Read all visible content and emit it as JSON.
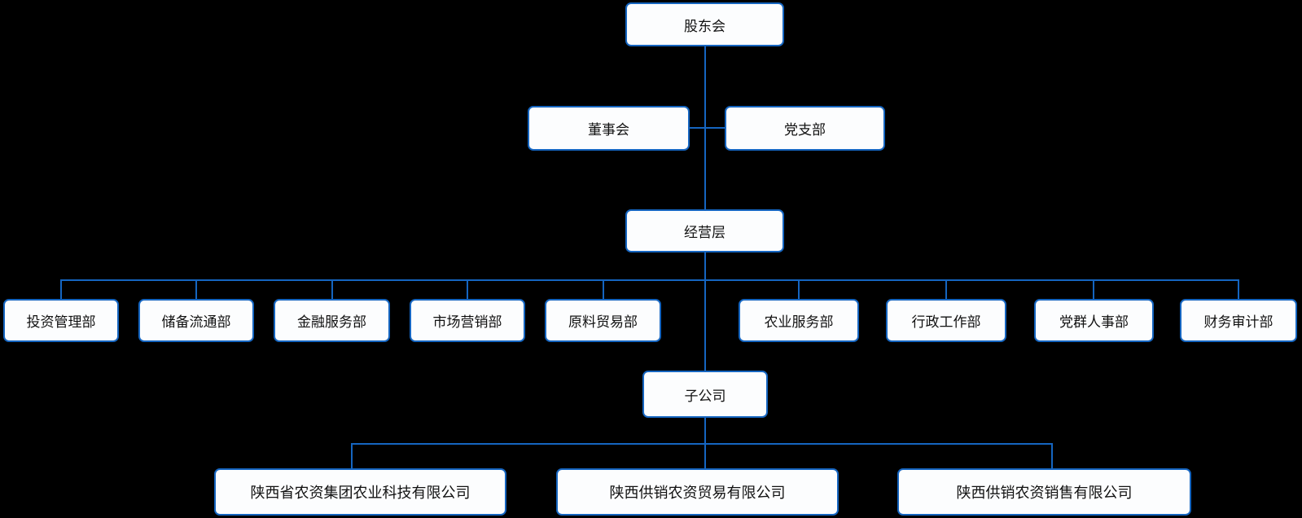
{
  "colors": {
    "background": "#000000",
    "line": "#1565c0",
    "node_border": "#1565c0",
    "node_fill": "#fcfdfe",
    "text": "#111111"
  },
  "org": {
    "root": {
      "label": "股东会"
    },
    "level2": [
      {
        "label": "董事会"
      },
      {
        "label": "党支部"
      }
    ],
    "management": {
      "label": "经营层"
    },
    "departments": [
      {
        "label": "投资管理部"
      },
      {
        "label": "储备流通部"
      },
      {
        "label": "金融服务部"
      },
      {
        "label": "市场营销部"
      },
      {
        "label": "原料贸易部"
      },
      {
        "label": "农业服务部"
      },
      {
        "label": "行政工作部"
      },
      {
        "label": "党群人事部"
      },
      {
        "label": "财务审计部"
      }
    ],
    "subsidiary_group": {
      "label": "子公司"
    },
    "subsidiaries": [
      {
        "label": "陕西省农资集团农业科技有限公司"
      },
      {
        "label": "陕西供销农资贸易有限公司"
      },
      {
        "label": "陕西供销农资销售有限公司"
      }
    ]
  }
}
